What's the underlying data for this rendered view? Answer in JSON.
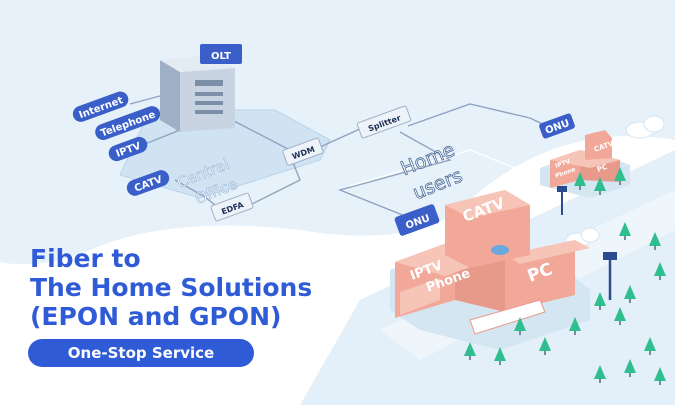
{
  "olt": {
    "label": "OLT"
  },
  "services": {
    "internet": "Internet",
    "telephone": "Telephone",
    "iptv": "IPTV",
    "catv": "CATV"
  },
  "central_office": {
    "line1": "Central",
    "line2": "Office"
  },
  "devices": {
    "wdm": "WDM",
    "edfa": "EDFA",
    "splitter": "Splitter"
  },
  "home_users": {
    "line1": "Home",
    "line2": "users"
  },
  "onu": {
    "big": "ONU",
    "small": "ONU"
  },
  "house_big": {
    "iptv": "IPTV",
    "phone": "Phone",
    "pc": "PC",
    "catv": "CATV"
  },
  "house_small": {
    "iptv": "IPTV",
    "phone": "Phone",
    "pc": "PC",
    "catv": "CATV"
  },
  "title": {
    "line1": "Fiber to",
    "line2": "The Home Solutions",
    "line3": "(EPON and GPON)"
  },
  "badge": "One-Stop Service",
  "colors": {
    "accent": "#2f5bd6",
    "tag": "#3a5fc8",
    "house": "#f2a898",
    "roof": "#e8877a",
    "tree": "#2fbf8f",
    "ground": "#e3f0fa"
  }
}
